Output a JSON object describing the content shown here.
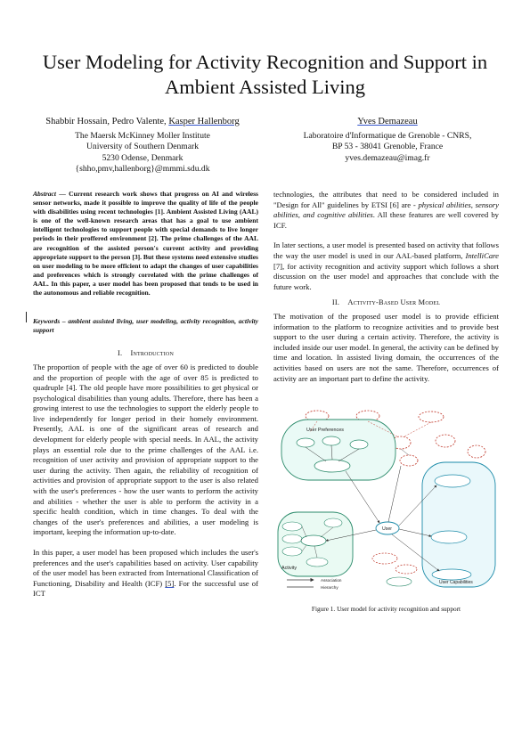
{
  "title": "User Modeling for Activity Recognition and Support in Ambient Assisted Living",
  "authors": {
    "left": {
      "names_a": "Shabbir Hossain, Pedro Valente, ",
      "names_b": "Kasper Hallenborg",
      "affil1": "The Maersk McKinney Moller Institute",
      "affil2": "University of Southern Denmark",
      "affil3": "5230 Odense, Denmark",
      "email": "{shho,pmv,hallenborg}@mmmi.sdu.dk"
    },
    "right": {
      "name": "Yves Demazeau",
      "affil1": "Laboratoire d'Informatique de Grenoble - CNRS,",
      "affil2": "BP 53 - 38041 Grenoble, France",
      "email": "yves.demazeau@imag.fr"
    }
  },
  "abstract": {
    "label": "Abstract",
    "dash": " — ",
    "text": "Current research work shows that progress on AI and wireless sensor networks, made it possible to improve the quality of life of the people with disabilities using recent technologies [1]. Ambient Assisted Living (AAL) is one of the well-known research areas that has a goal to use ambient intelligent technologies to support people with special demands to live longer periods in their proffered environment [2]. The prime challenges of the AAL are recognition of the assisted person's current activity and providing appropriate support to the person [3]. But these systems need extensive studies on user modeling to be more efficient to adapt the changes of user capabilities and preferences which is strongly correlated with the prime challenges of AAL. In this paper, a user model has been proposed that tends to be used in the autonomous and reliable recognition."
  },
  "keywords": "Keywords – ambient assisted living, user modeling, activity recognition, activity support",
  "sections": {
    "intro_num": "I.",
    "intro_title": "Introduction",
    "model_num": "II.",
    "model_title": "Activity-Based User Model"
  },
  "intro": {
    "p1": "The proportion of people with the age of over 60 is predicted to double and the proportion of people with the age of over 85 is predicted to quadruple [4]. The old people have more possibilities to get physical or psychological disabilities than young adults. Therefore, there has been a growing interest to use the technologies to support the elderly people to live independently for longer period in their homely environment. Presently, AAL is one of the significant areas of research and development for elderly people with special needs. In AAL, the activity plays an essential role due to the prime challenges of the AAL i.e. recognition of user activity and provision of appropriate support to the user during the activity. Then again, the reliability of recognition of activities and provision of appropriate support to the user is also related with the user's preferences - how the user wants to perform the activity and abilities - whether the user is able to perform the activity in a specific health condition, which in time changes. To deal with the changes of the user's preferences and abilities, a user modeling is important, keeping the information up-to-date.",
    "p2a": "In this paper, a user model has been proposed which includes the user's preferences and the user's capabilities based on activity. User capability of the user model has been extracted from International Classification of Functioning, Disability and Health (ICF) ",
    "p2ref": "[5]",
    "p2b": ". For the successful use of ICT"
  },
  "right_col": {
    "p1a": "technologies, the attributes that need to be considered included in \"Design for All\" guidelines by ETSI [6] are - ",
    "p1i": "physical abilities, sensory abilities, and cognitive abilities",
    "p1b": ". All these features are well covered by ICF.",
    "p2a": "In later sections, a user model is presented based on activity that follows the way the user model is used in our AAL-based platform, ",
    "p2i": "IntelliCare",
    "p2b": " [7], for activity recognition and activity support which follows a short discussion on the user model and approaches that conclude with the future work.",
    "p3": "The motivation of the proposed user model is to provide efficient information to the platform to recognize activities and to provide best support to the user during a certain activity. Therefore, the activity is included inside our user model. In general, the activity can be defined by time and location. In assisted living domain, the occurrences of the activities based on users are not the same. Therefore, occurrences of activity are an important part to define the activity."
  },
  "figure": {
    "caption": "Figure 1. User model for activity recognition and support",
    "labels": {
      "user_preferences": "User Preferences",
      "user": "User",
      "activity": "Activity",
      "user_capabilities": "User Capabilities",
      "legend_a": "Association",
      "legend_b": "Hierarchy"
    }
  }
}
